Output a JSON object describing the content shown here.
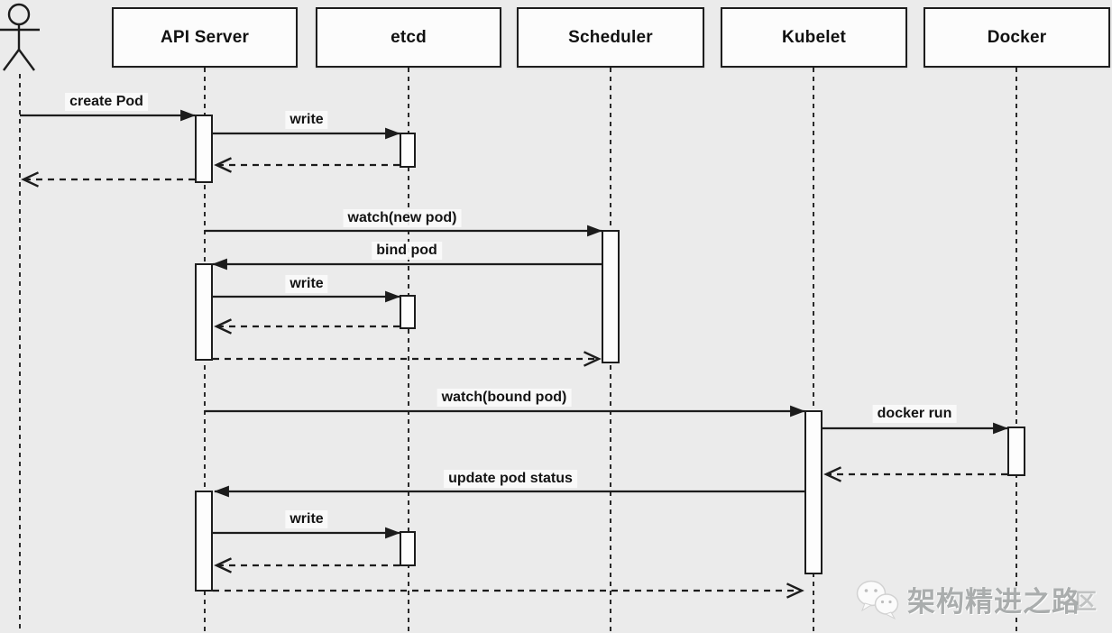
{
  "diagram_type": "uml-sequence",
  "participants": [
    {
      "label": "API Server"
    },
    {
      "label": "etcd"
    },
    {
      "label": "Scheduler"
    },
    {
      "label": "Kubelet"
    },
    {
      "label": "Docker"
    }
  ],
  "actor": {
    "role": "user-actor"
  },
  "messages": [
    {
      "label": "create Pod",
      "from": "Actor",
      "to": "API Server",
      "type": "sync"
    },
    {
      "label": "write",
      "from": "API Server",
      "to": "etcd",
      "type": "sync"
    },
    {
      "label": "watch(new pod)",
      "from": "API Server",
      "to": "Scheduler",
      "type": "sync"
    },
    {
      "label": "bind pod",
      "from": "Scheduler",
      "to": "API Server",
      "type": "sync"
    },
    {
      "label": "write",
      "from": "API Server",
      "to": "etcd",
      "type": "sync"
    },
    {
      "label": "watch(bound pod)",
      "from": "API Server",
      "to": "Kubelet",
      "type": "sync"
    },
    {
      "label": "docker run",
      "from": "Kubelet",
      "to": "Docker",
      "type": "sync"
    },
    {
      "label": "update pod status",
      "from": "Kubelet",
      "to": "API Server",
      "type": "sync"
    },
    {
      "label": "write",
      "from": "API Server",
      "to": "etcd",
      "type": "sync"
    }
  ],
  "returns": [
    {
      "from": "etcd",
      "to": "API Server"
    },
    {
      "from": "API Server",
      "to": "Actor"
    },
    {
      "from": "etcd",
      "to": "API Server"
    },
    {
      "from": "API Server",
      "to": "Scheduler"
    },
    {
      "from": "Docker",
      "to": "Kubelet"
    },
    {
      "from": "etcd",
      "to": "API Server"
    },
    {
      "from": "API Server",
      "to": "Kubelet"
    }
  ],
  "watermark": {
    "icon": "wechat-icon",
    "text": "架构精进之路",
    "suffix": "区"
  },
  "colors": {
    "background": "#ebebeb",
    "line": "#1c1c1c",
    "box_fill": "#fcfcfc",
    "watermark_text": "#aaadad"
  }
}
